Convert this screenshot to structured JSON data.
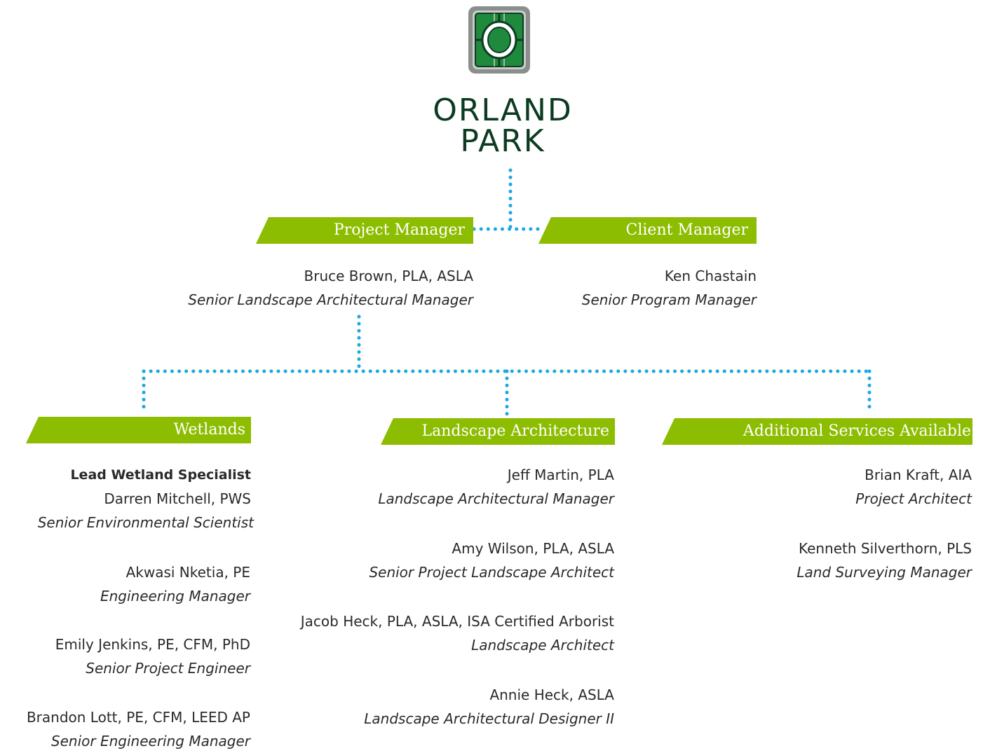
{
  "logo": {
    "line1": "ORLAND",
    "line2": "PARK",
    "colors": {
      "dark_green": "#0d3b22",
      "green": "#1f8a3d",
      "gray": "#8a8f8c"
    }
  },
  "colors": {
    "banner": "#8cbd00",
    "connector": "#1ea8e0"
  },
  "top_row": [
    {
      "banner": "Project Manager",
      "people": [
        {
          "name": "Bruce Brown, PLA, ASLA",
          "title": "Senior Landscape Architectural Manager"
        }
      ]
    },
    {
      "banner": "Client Manager",
      "people": [
        {
          "name": "Ken Chastain",
          "title": "Senior Program Manager"
        }
      ]
    }
  ],
  "groups": [
    {
      "banner": "Wetlands",
      "people": [
        {
          "heading": "Lead Wetland Specialist",
          "name": "Darren Mitchell, PWS",
          "title": "Senior Environmental Scientist"
        },
        {
          "name": "Akwasi Nketia, PE",
          "title": "Engineering Manager"
        },
        {
          "name": "Emily Jenkins, PE, CFM, PhD",
          "title": "Senior Project Engineer"
        },
        {
          "name": "Brandon Lott, PE, CFM, LEED AP",
          "title": "Senior Engineering Manager"
        }
      ]
    },
    {
      "banner": "Landscape Architecture",
      "people": [
        {
          "name": "Jeff Martin, PLA",
          "title": "Landscape Architectural Manager"
        },
        {
          "name": "Amy Wilson, PLA, ASLA",
          "title": "Senior Project Landscape Architect"
        },
        {
          "name": "Jacob Heck, PLA, ASLA, ISA Certified Arborist",
          "title": "Landscape Architect"
        },
        {
          "name": "Annie Heck, ASLA",
          "title": "Landscape Architectural Designer II"
        }
      ]
    },
    {
      "banner": "Additional Services Available",
      "people": [
        {
          "name": "Brian Kraft, AIA",
          "title": "Project Architect"
        },
        {
          "name": "Kenneth Silverthorn, PLS",
          "title": "Land Surveying Manager"
        }
      ]
    }
  ]
}
